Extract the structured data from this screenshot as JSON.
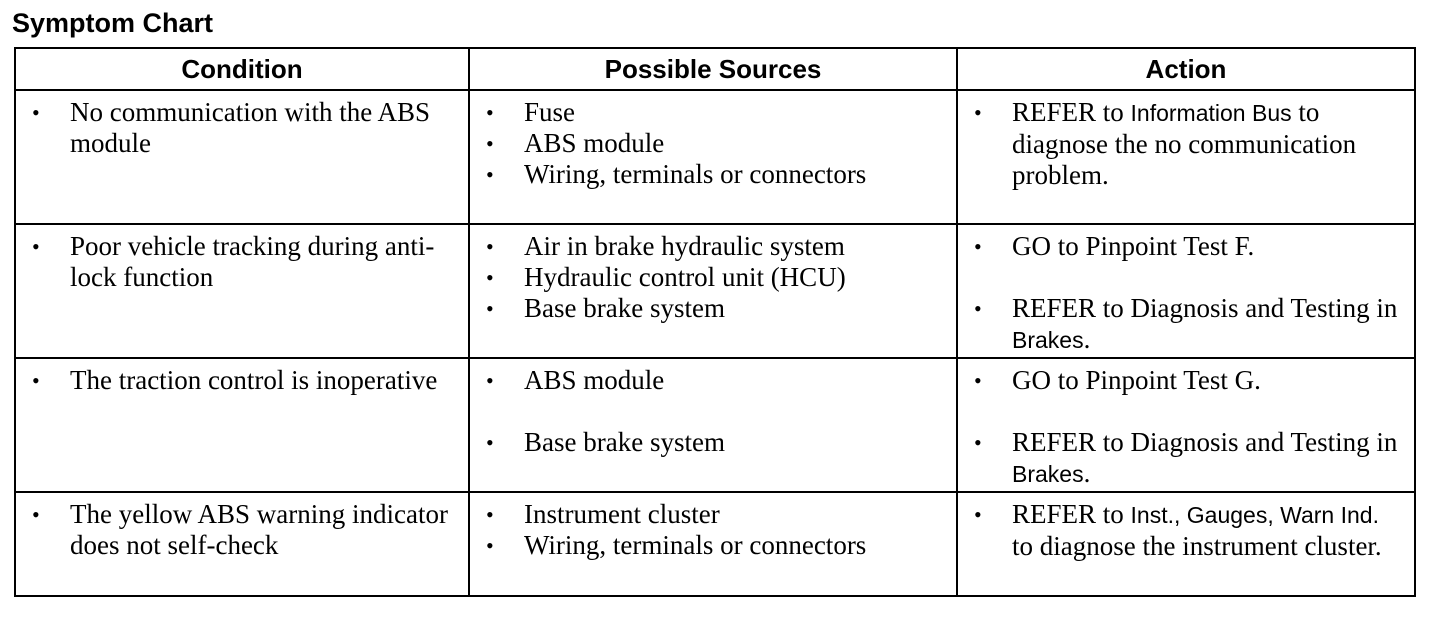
{
  "title": "Symptom Chart",
  "headers": [
    "Condition",
    "Possible Sources",
    "Action"
  ],
  "rows": [
    {
      "condition": [
        "No communication with the ABS module"
      ],
      "sources": [
        "Fuse",
        "ABS module",
        "Wiring, terminals or connectors"
      ],
      "action": [
        {
          "pre": "REFER to ",
          "ref": "Information Bus",
          "post": " to diagnose the no communication problem."
        }
      ]
    },
    {
      "condition": [
        "Poor vehicle tracking during anti-lock function"
      ],
      "sources": [
        "Air in brake hydraulic system",
        "Hydraulic control unit (HCU)",
        "Base brake system"
      ],
      "action": [
        {
          "text": "GO to Pinpoint Test F."
        },
        {
          "pre": "REFER to Diagnosis and Testing in ",
          "ref": "Brakes",
          "post": "."
        }
      ]
    },
    {
      "condition": [
        "The traction control is inoperative"
      ],
      "sources": [
        "ABS module",
        "Base brake system"
      ],
      "action": [
        {
          "text": "GO to Pinpoint Test G."
        },
        {
          "pre": "REFER to Diagnosis and Testing in ",
          "ref": "Brakes",
          "post": "."
        }
      ]
    },
    {
      "condition": [
        "The yellow ABS warning indicator does not self-check"
      ],
      "sources": [
        "Instrument cluster",
        "Wiring, terminals or connectors"
      ],
      "action": [
        {
          "pre": "REFER to ",
          "ref": "Inst., Gauges, Warn Ind.",
          "post": " to diagnose the instrument cluster."
        }
      ]
    }
  ]
}
